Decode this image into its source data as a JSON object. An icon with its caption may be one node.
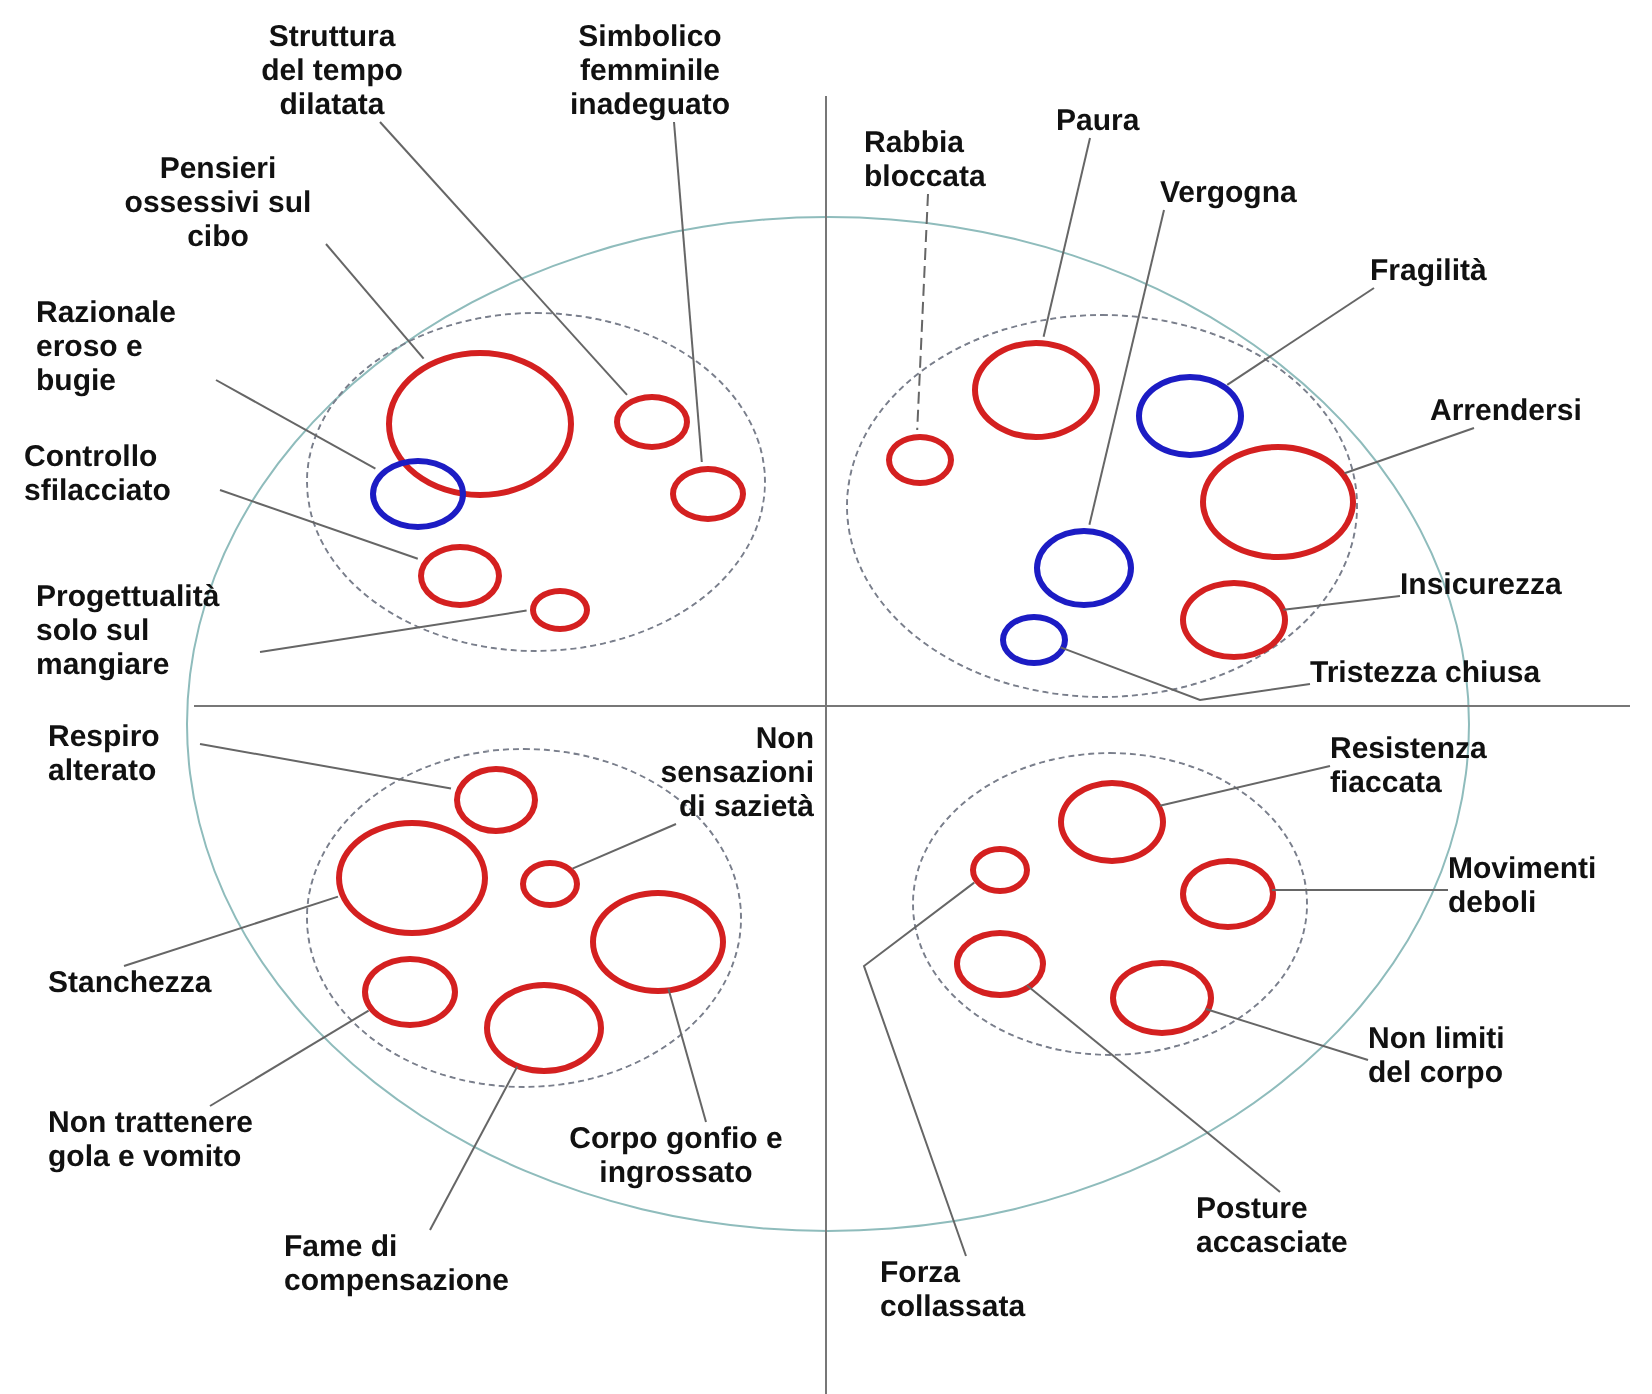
{
  "diagram": {
    "nodes": [
      {
        "text": [],
        "shape": "circle"
      },
      {
        "text": [],
        "shape": "circle",
        "in": 0
      },
      {
        "text": [],
        "shape": "circle",
        "in": 1
      },
      {
        "text": [],
        "shape": "circle",
        "in": 1
      },
      {
        "text": [],
        "shape": "circle",
        "in": 1
      },
      {
        "text": [],
        "shape": "circle",
        "in": 1
      },
      {
        "text": [],
        "shape": "circle",
        "in": 1
      },
      {
        "text": [],
        "shape": "circle",
        "in": 1
      },
      {
        "text": [],
        "shape": "circle",
        "in": 0
      },
      {
        "text": [],
        "shape": "circle",
        "in": 8
      },
      {
        "text": [],
        "shape": "circle",
        "in": 8
      },
      {
        "text": [],
        "shape": "circle",
        "in": 8
      },
      {
        "text": [],
        "shape": "circle",
        "in": 8
      },
      {
        "text": [],
        "shape": "circle",
        "in": 8
      },
      {
        "text": [],
        "shape": "circle",
        "in": 8
      },
      {
        "text": [],
        "shape": "circle",
        "in": 8
      },
      {
        "text": [],
        "shape": "circle",
        "in": 0
      },
      {
        "text": [],
        "shape": "circle",
        "in": 16
      },
      {
        "text": [],
        "shape": "circle",
        "in": 16
      },
      {
        "text": [],
        "shape": "circle",
        "in": 16
      },
      {
        "text": [],
        "shape": "circle",
        "in": 16
      },
      {
        "text": [],
        "shape": "circle",
        "in": 16
      },
      {
        "text": [],
        "shape": "circle",
        "in": 16
      },
      {
        "text": [],
        "shape": "circle",
        "in": 0
      },
      {
        "text": [],
        "shape": "circle",
        "in": 23
      },
      {
        "text": [],
        "shape": "circle",
        "in": 23
      },
      {
        "text": [],
        "shape": "circle",
        "in": 23
      },
      {
        "text": [],
        "shape": "circle",
        "in": 23
      },
      {
        "text": [],
        "shape": "circle",
        "in": 23
      },
      {
        "text": [
          "Struttura del tempo dilatata"
        ]
      },
      {
        "text": [
          "Simbolico femminile inadeguato"
        ]
      },
      {
        "text": [
          "Pensieri ossessivi sul cibo"
        ]
      },
      {
        "text": [
          "Razionale eroso e bugie"
        ]
      },
      {
        "text": [
          "Controllo sfilacciato"
        ]
      },
      {
        "text": [
          "Progettualità solo sul mangiare"
        ]
      },
      {
        "text": [
          "Rabbia bloccata"
        ]
      },
      {
        "text": [
          "Paura"
        ]
      },
      {
        "text": [
          "Vergogna"
        ]
      },
      {
        "text": [
          "Fragilità"
        ]
      },
      {
        "text": [
          "Arrendersi"
        ]
      },
      {
        "text": [
          "Insicurezza"
        ]
      },
      {
        "text": [
          "Tristezza chiusa"
        ]
      },
      {
        "text": [
          "Respiro alterato"
        ]
      },
      {
        "text": [
          "Non sensazioni di sazietà"
        ],
        "in": 0
      },
      {
        "text": [
          "Stanchezza"
        ]
      },
      {
        "text": [
          "Non trattenere gola e vomito"
        ]
      },
      {
        "text": [
          "Corpo gonfio e ingrossato"
        ],
        "in": 0
      },
      {
        "text": [
          "Fame di compensazione"
        ]
      },
      {
        "text": [
          "Resistenza fiaccata"
        ]
      },
      {
        "text": [
          "Movimenti deboli"
        ]
      },
      {
        "text": [
          "Non limiti del corpo"
        ]
      },
      {
        "text": [
          "Posture accasciate"
        ]
      },
      {
        "text": [
          "Forza collassata"
        ]
      }
    ],
    "edges": [
      {
        "from": 29,
        "to": 4,
        "arrow": "none"
      },
      {
        "from": 30,
        "to": 5,
        "arrow": "none"
      },
      {
        "from": 31,
        "to": 2,
        "arrow": "none"
      },
      {
        "from": 32,
        "to": 3,
        "arrow": "none"
      },
      {
        "from": 33,
        "to": 6,
        "arrow": "none"
      },
      {
        "from": 34,
        "to": 7,
        "arrow": "none"
      },
      {
        "from": 35,
        "to": 9,
        "arrow": "none",
        "style": "dashed"
      },
      {
        "from": 36,
        "to": 10,
        "arrow": "none"
      },
      {
        "from": 37,
        "to": 13,
        "arrow": "none"
      },
      {
        "from": 38,
        "to": 11,
        "arrow": "none"
      },
      {
        "from": 39,
        "to": 12,
        "arrow": "none"
      },
      {
        "from": 40,
        "to": 14,
        "arrow": "none"
      },
      {
        "from": 41,
        "to": 15,
        "arrow": "none"
      },
      {
        "from": 42,
        "to": 17,
        "arrow": "none"
      },
      {
        "from": 43,
        "to": 19,
        "arrow": "none"
      },
      {
        "from": 44,
        "to": 18,
        "arrow": "none"
      },
      {
        "from": 45,
        "to": 21,
        "arrow": "none"
      },
      {
        "from": 46,
        "to": 20,
        "arrow": "none"
      },
      {
        "from": 47,
        "to": 22,
        "arrow": "none"
      },
      {
        "from": 48,
        "to": 24,
        "arrow": "none"
      },
      {
        "from": 49,
        "to": 26,
        "arrow": "none"
      },
      {
        "from": 50,
        "to": 28,
        "arrow": "none"
      },
      {
        "from": 51,
        "to": 27,
        "arrow": "none"
      },
      {
        "from": 52,
        "to": 25,
        "arrow": "none"
      }
    ]
  }
}
